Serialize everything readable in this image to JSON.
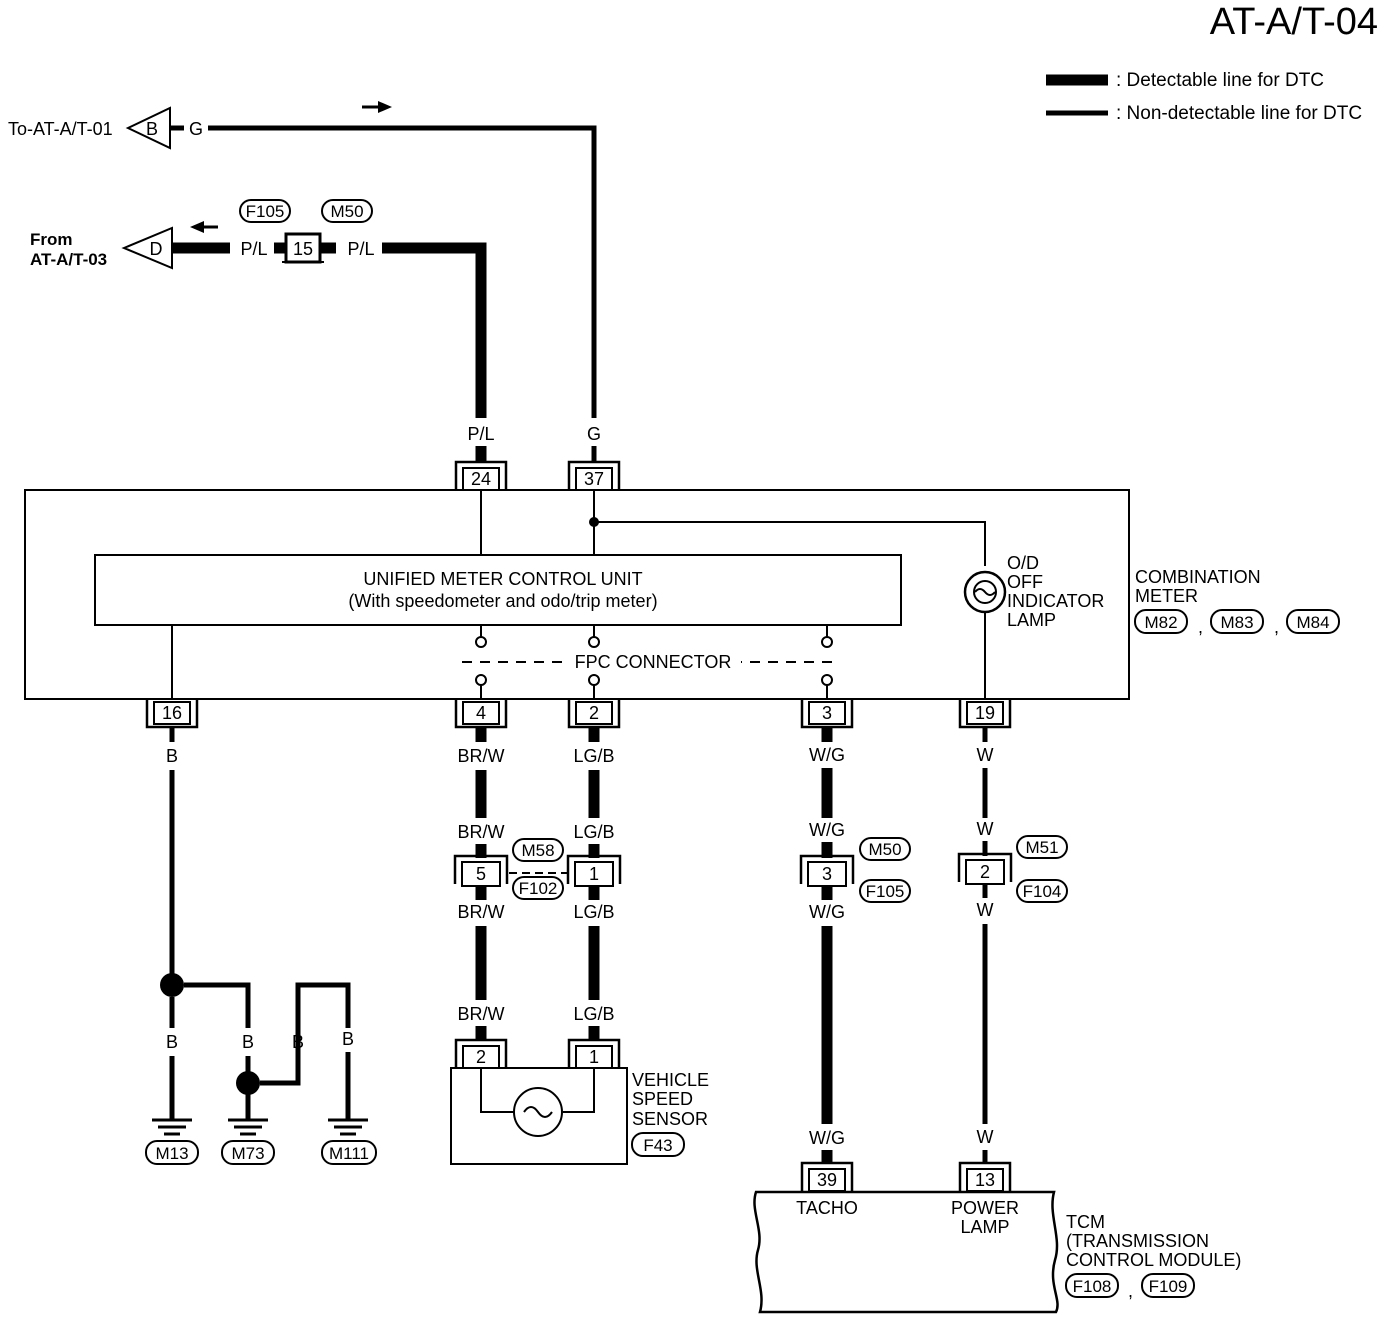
{
  "page_title": "AT-A/T-04",
  "legend": {
    "detectable": ": Detectable line for DTC",
    "non_detectable": ": Non-detectable line for DTC"
  },
  "offpage": {
    "to_label": "To-AT-A/T-01",
    "to_letter": "B",
    "from_label_1": "From",
    "from_label_2": "AT-A/T-03",
    "from_letter": "D"
  },
  "wire_colors": {
    "g": "G",
    "pl": "P/L",
    "b": "B",
    "brw": "BR/W",
    "lgb": "LG/B",
    "wg": "W/G",
    "w": "W"
  },
  "terminals": {
    "t24": "24",
    "t37": "37",
    "t16": "16",
    "t4": "4",
    "t2": "2",
    "t3": "3",
    "t19": "19",
    "j15": "15",
    "j5": "5",
    "j1": "1",
    "j3": "3",
    "j2": "2",
    "s2": "2",
    "s1": "1",
    "c39": "39",
    "c13": "13"
  },
  "connectors": {
    "f105": "F105",
    "m50": "M50",
    "m58": "M58",
    "f102": "F102",
    "m51": "M51",
    "f104": "F104",
    "m82": "M82",
    "m83": "M83",
    "m84": "M84",
    "m13": "M13",
    "m73": "M73",
    "m111": "M111",
    "f43": "F43",
    "f108": "F108",
    "f109": "F109"
  },
  "combination_meter": {
    "ucu_line1": "UNIFIED METER CONTROL UNIT",
    "ucu_line2": "(With speedometer and odo/trip meter)",
    "fpc": "FPC CONNECTOR",
    "lamp_1": "O/D",
    "lamp_2": "OFF",
    "lamp_3": "INDICATOR",
    "lamp_4": "LAMP",
    "label_1": "COMBINATION",
    "label_2": "METER"
  },
  "sensor": {
    "l1": "VEHICLE",
    "l2": "SPEED",
    "l3": "SENSOR"
  },
  "tcm": {
    "tacho": "TACHO",
    "power_1": "POWER",
    "power_2": "LAMP",
    "l1": "TCM",
    "l2": "(TRANSMISSION",
    "l3": "CONTROL MODULE)"
  },
  "separators": {
    "comma": ","
  }
}
